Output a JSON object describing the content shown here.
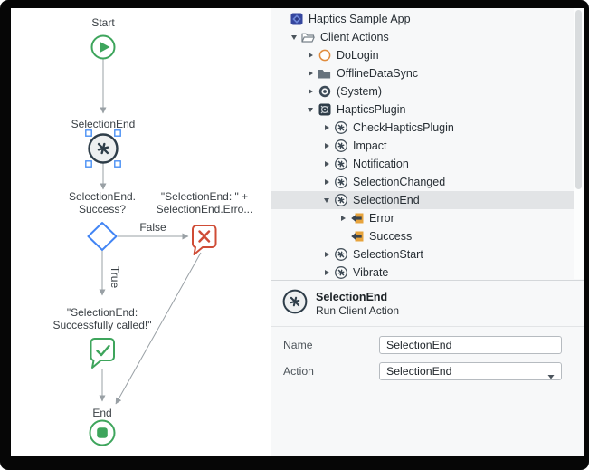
{
  "colors": {
    "green": "#3ea55c",
    "red": "#cf4c36",
    "blue": "#4285f4",
    "navy": "#2e3d49",
    "amber": "#e7a33c",
    "connector_gray": "#99a0a5",
    "selection_blue": "#4a90f4",
    "panel_bg": "#f7f8f9",
    "selected_row_bg": "#e2e4e6"
  },
  "flow": {
    "start_label": "Start",
    "action_node_label": "SelectionEnd",
    "if_label_line1": "SelectionEnd.",
    "if_label_line2": "Success?",
    "false_label": "False",
    "true_label": "True",
    "error_message_label_line1": "\"SelectionEnd: \" +",
    "error_message_label_line2": "SelectionEnd.Erro...",
    "success_message_label_line1": "\"SelectionEnd:",
    "success_message_label_line2": "Successfully called!\"",
    "end_label": "End"
  },
  "tree": {
    "root": {
      "label": "Haptics Sample App",
      "icon": "app-logo-icon"
    },
    "items": [
      {
        "label": "Client Actions",
        "icon": "folder-open-icon",
        "expanded": true
      },
      {
        "label": "DoLogin",
        "icon": "client-action-empty-icon",
        "expanded": false
      },
      {
        "label": "OfflineDataSync",
        "icon": "folder-closed-icon",
        "expanded": false
      },
      {
        "label": "(System)",
        "icon": "system-icon",
        "expanded": false
      },
      {
        "label": "HapticsPlugin",
        "icon": "plugin-icon",
        "expanded": true
      },
      {
        "label": "CheckHapticsPlugin",
        "icon": "client-action-icon",
        "expanded": false
      },
      {
        "label": "Impact",
        "icon": "client-action-icon",
        "expanded": false
      },
      {
        "label": "Notification",
        "icon": "client-action-icon",
        "expanded": false
      },
      {
        "label": "SelectionChanged",
        "icon": "client-action-icon",
        "expanded": false
      },
      {
        "label": "SelectionEnd",
        "icon": "client-action-icon",
        "expanded": true,
        "selected": true
      },
      {
        "label": "Error",
        "icon": "output-parameter-icon",
        "expanded": false
      },
      {
        "label": "Success",
        "icon": "output-parameter-icon"
      },
      {
        "label": "SelectionStart",
        "icon": "client-action-icon",
        "expanded": false
      },
      {
        "label": "Vibrate",
        "icon": "client-action-icon",
        "expanded": false
      }
    ]
  },
  "properties": {
    "title": "SelectionEnd",
    "subtitle": "Run Client Action",
    "icon": "run-client-action-icon",
    "fields": [
      {
        "label": "Name",
        "value": "SelectionEnd",
        "type": "text"
      },
      {
        "label": "Action",
        "value": "SelectionEnd",
        "type": "dropdown"
      }
    ]
  }
}
